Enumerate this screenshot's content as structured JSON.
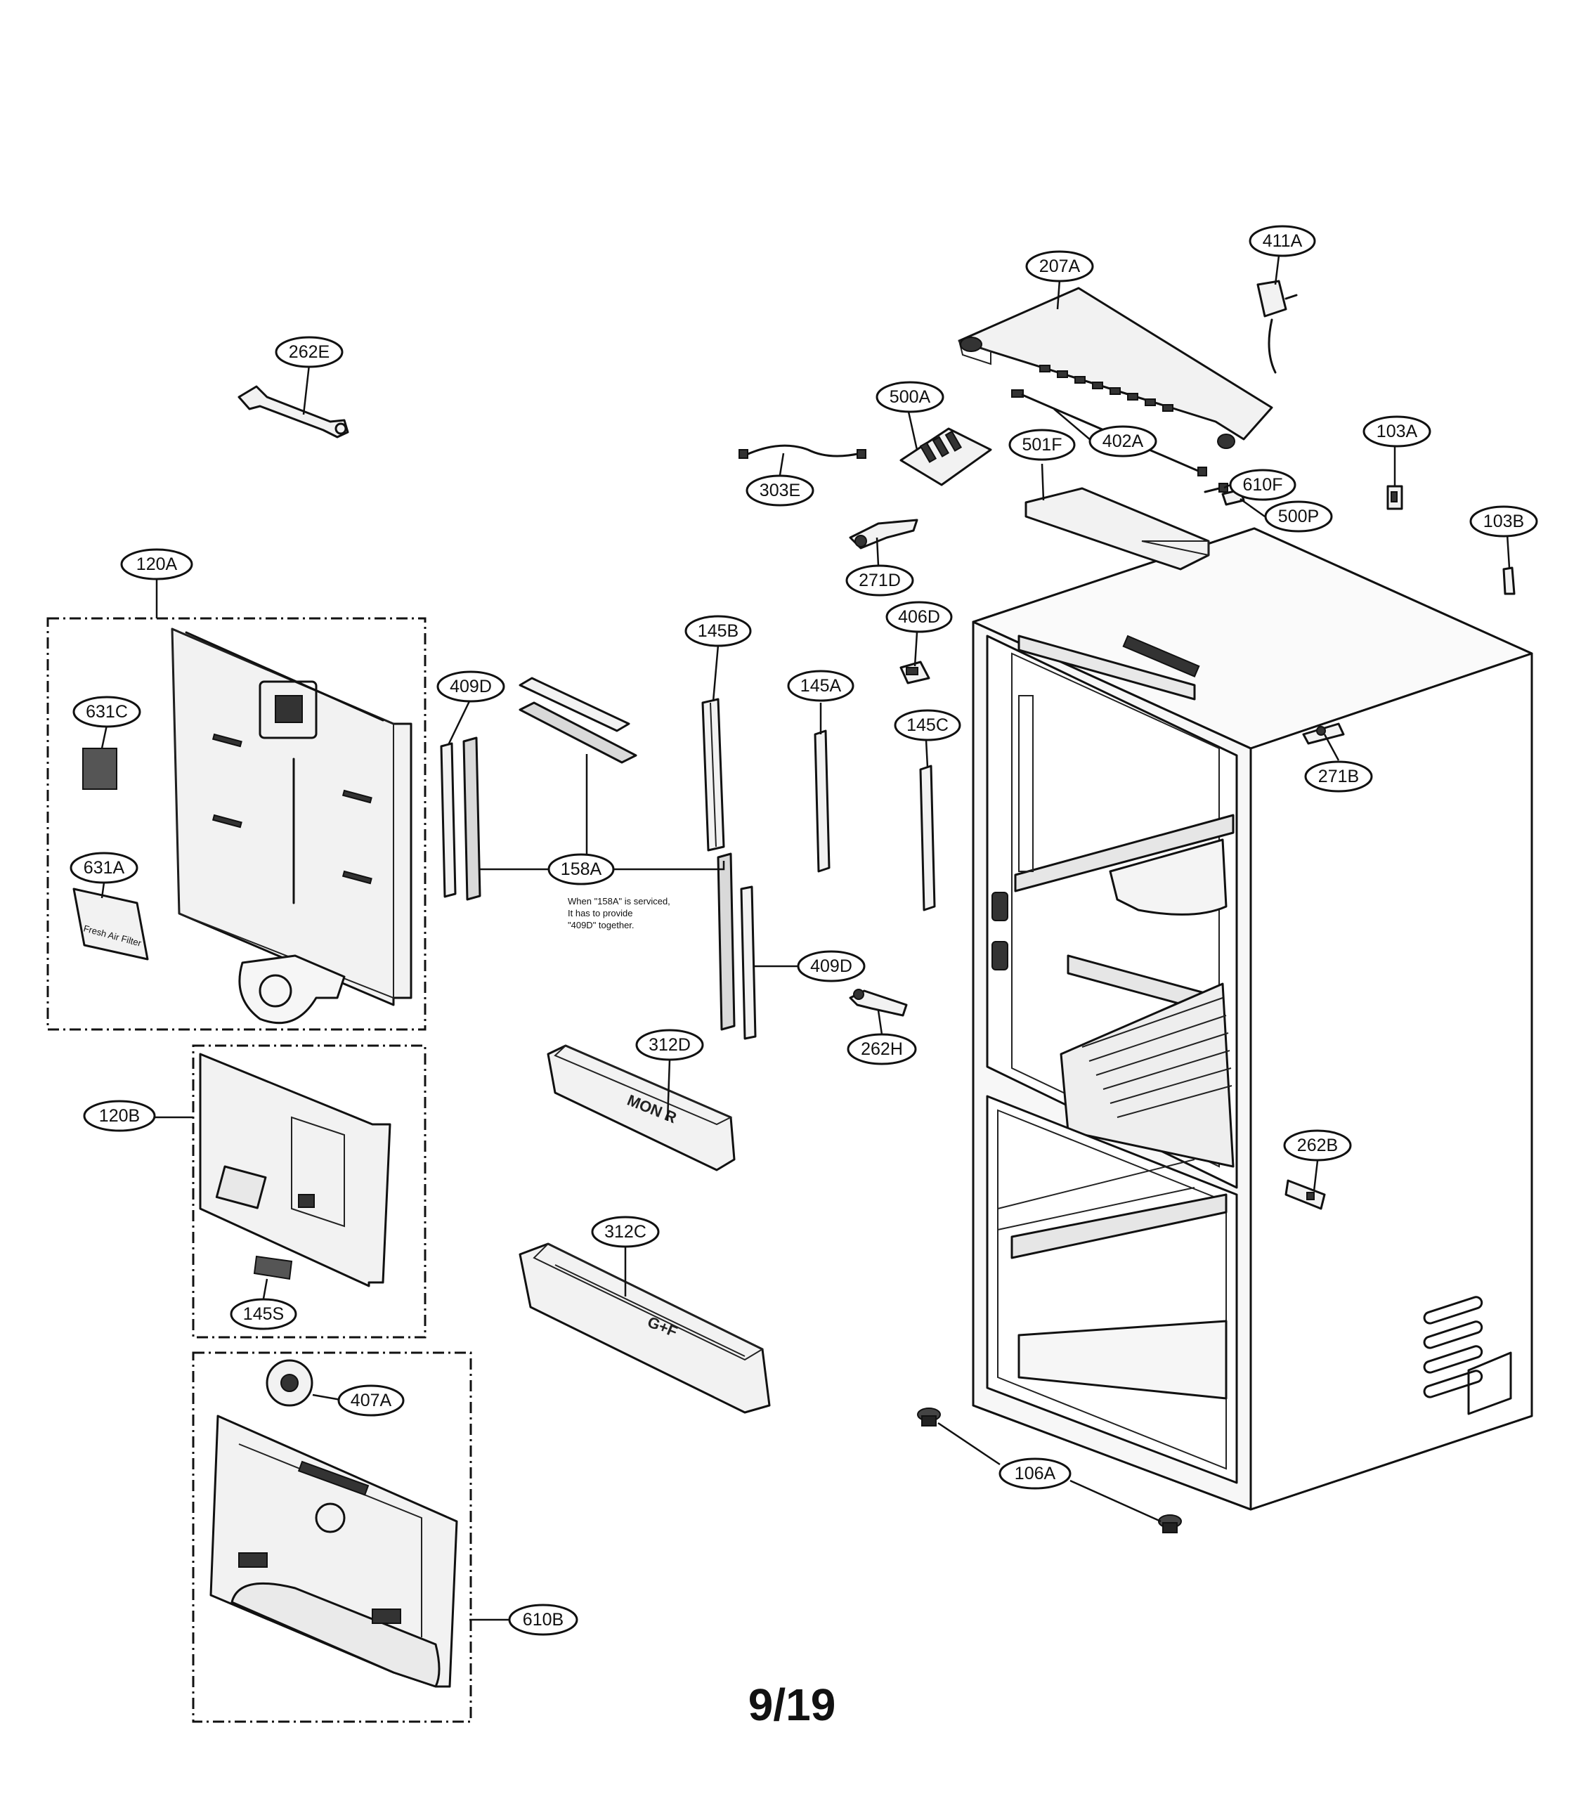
{
  "callouts": [
    {
      "id": "411A",
      "label": "411A"
    },
    {
      "id": "207A",
      "label": "207A"
    },
    {
      "id": "262E",
      "label": "262E"
    },
    {
      "id": "500A",
      "label": "500A"
    },
    {
      "id": "402A",
      "label": "402A"
    },
    {
      "id": "103A",
      "label": "103A"
    },
    {
      "id": "501F",
      "label": "501F"
    },
    {
      "id": "610F",
      "label": "610F"
    },
    {
      "id": "303E",
      "label": "303E"
    },
    {
      "id": "500P",
      "label": "500P"
    },
    {
      "id": "103B",
      "label": "103B"
    },
    {
      "id": "120A",
      "label": "120A"
    },
    {
      "id": "271D",
      "label": "271D"
    },
    {
      "id": "406D",
      "label": "406D"
    },
    {
      "id": "145B",
      "label": "145B"
    },
    {
      "id": "409D_top",
      "label": "409D"
    },
    {
      "id": "145A",
      "label": "145A"
    },
    {
      "id": "631C",
      "label": "631C"
    },
    {
      "id": "145C",
      "label": "145C"
    },
    {
      "id": "271B",
      "label": "271B"
    },
    {
      "id": "631A",
      "label": "631A"
    },
    {
      "id": "158A",
      "label": "158A"
    },
    {
      "id": "409D_bottom",
      "label": "409D"
    },
    {
      "id": "262H",
      "label": "262H"
    },
    {
      "id": "312D",
      "label": "312D"
    },
    {
      "id": "120B",
      "label": "120B"
    },
    {
      "id": "262B",
      "label": "262B"
    },
    {
      "id": "312C",
      "label": "312C"
    },
    {
      "id": "145S",
      "label": "145S"
    },
    {
      "id": "407A",
      "label": "407A"
    },
    {
      "id": "106A",
      "label": "106A"
    },
    {
      "id": "610B",
      "label": "610B"
    }
  ],
  "service_note": {
    "line1": "When \"158A\" is serviced,",
    "line2": "It has to provide",
    "line3": "\"409D\" together."
  },
  "part_markings": {
    "bin_312D": "MON R",
    "bin_312C": "G+F",
    "filter_631A": "Fresh Air Filter"
  },
  "page_number": "9/19"
}
